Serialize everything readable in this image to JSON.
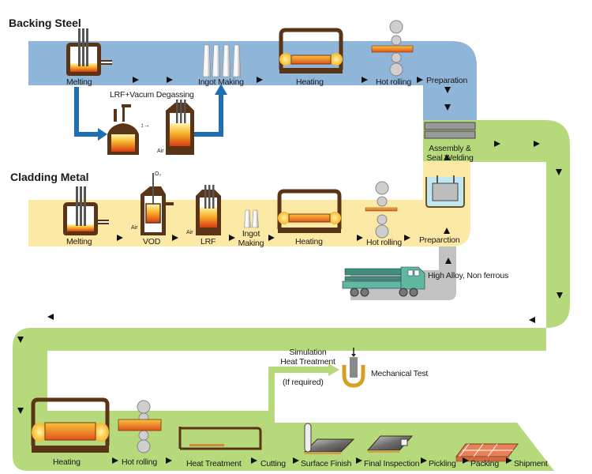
{
  "colors": {
    "backing_band": "#8fb5d8",
    "cladding_band": "#fde9a6",
    "process_band": "#b5d97b",
    "shipment_band": "#c0c0c0",
    "blue_arrow": "#1f6fb4",
    "furnace_brown": "#5a3416",
    "molten": "#f4a21c",
    "truck": "#5fb89f"
  },
  "sections": {
    "backing_steel": "Backing  Steel",
    "cladding_metal": "Cladding  Metal"
  },
  "backing_steel": {
    "steps": [
      "Melting",
      "Ingot Making",
      "Heating",
      "Hot rolling",
      "Preparation"
    ],
    "side_process": "LRF+Vacum Degassing",
    "air_label": "Air"
  },
  "cladding_metal": {
    "steps": [
      "Melting",
      "VOD",
      "LRF",
      "Ingot",
      "Making",
      "Heating",
      "Hot rolling",
      "Preparction"
    ],
    "air_label": "Air",
    "o2_label": "O₂"
  },
  "assembly": {
    "line1": "Assembly &",
    "line2": "Seal Welding"
  },
  "supply": {
    "label": "High Alloy, Non ferrous"
  },
  "final_process": {
    "steps": [
      "Heating",
      "Hot rolling",
      "Heat Treatment",
      "Cutting",
      "Surface Finish",
      "Final Inspection",
      "Pickling",
      "Packing",
      "Shipment"
    ]
  },
  "simulation": {
    "line1": "Simulation",
    "line2": "Heat Treatment",
    "note": "(If required)",
    "test_label": "Mechanical Test"
  }
}
